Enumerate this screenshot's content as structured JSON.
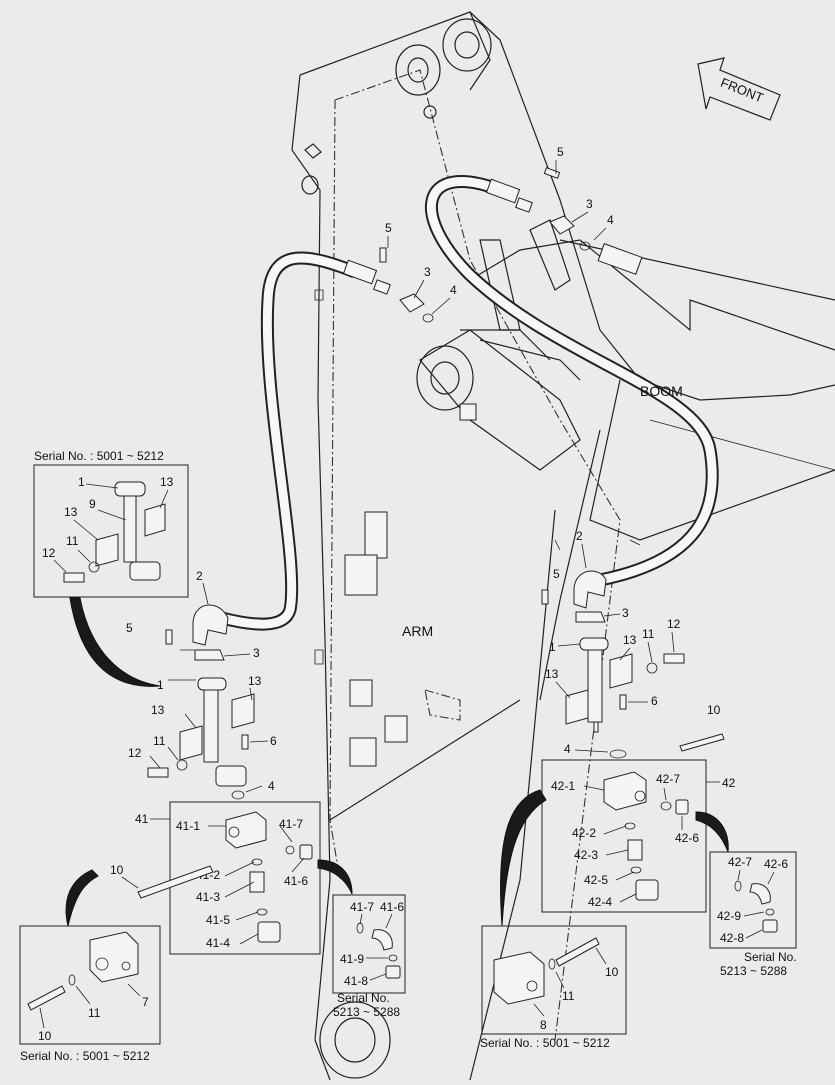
{
  "labels": {
    "front": "FRONT",
    "boom": "BOOM",
    "arm": "ARM",
    "serial_left_top": "Serial No. : 5001 ~ 5212",
    "serial_left_bottom": "Serial No. : 5001 ~ 5212",
    "serial_right_bottom": "Serial No. : 5001 ~ 5212",
    "serial_mid_line1": "Serial No.",
    "serial_mid_line2": "5213 ~ 5288",
    "serial_right_line1": "Serial No.",
    "serial_right_line2": "5213 ~ 5288"
  },
  "callouts": {
    "c5a": "5",
    "c3a": "3",
    "c4a": "4",
    "c5b": "5",
    "c3b": "3",
    "c4b": "4",
    "c2l": "2",
    "c5l": "5",
    "c3l": "3",
    "c1l": "1",
    "c13l": "13",
    "c13l2": "13",
    "c11l": "11",
    "c12l": "12",
    "c6l": "6",
    "c4l": "4",
    "c41": "41",
    "c41_1": "41-1",
    "c41_7": "41-7",
    "c41_6": "41-6",
    "c41_2": "41-2",
    "c41_3": "41-3",
    "c41_5": "41-5",
    "c41_4": "41-4",
    "c10l": "10",
    "i1": "1",
    "i9": "9",
    "i13a": "13",
    "i13b": "13",
    "i11": "11",
    "i12": "12",
    "b10": "10",
    "b11": "11",
    "b7": "7",
    "m41_7": "41-7",
    "m41_6": "41-6",
    "m41_9": "41-9",
    "m41_8": "41-8",
    "c2r": "2",
    "c5r": "5",
    "c3r": "3",
    "c1r": "1",
    "c13r": "13",
    "c11r": "11",
    "c12r": "12",
    "c13r2": "13",
    "c6r": "6",
    "c10r": "10",
    "c4r": "4",
    "c42": "42",
    "c42_1": "42-1",
    "c42_7": "42-7",
    "c42_6": "42-6",
    "c42_2": "42-2",
    "c42_3": "42-3",
    "c42_5": "42-5",
    "c42_4": "42-4",
    "r42_7": "42-7",
    "r42_6": "42-6",
    "r42_9": "42-9",
    "r42_8": "42-8",
    "r10": "10",
    "r11": "11",
    "r8": "8"
  }
}
